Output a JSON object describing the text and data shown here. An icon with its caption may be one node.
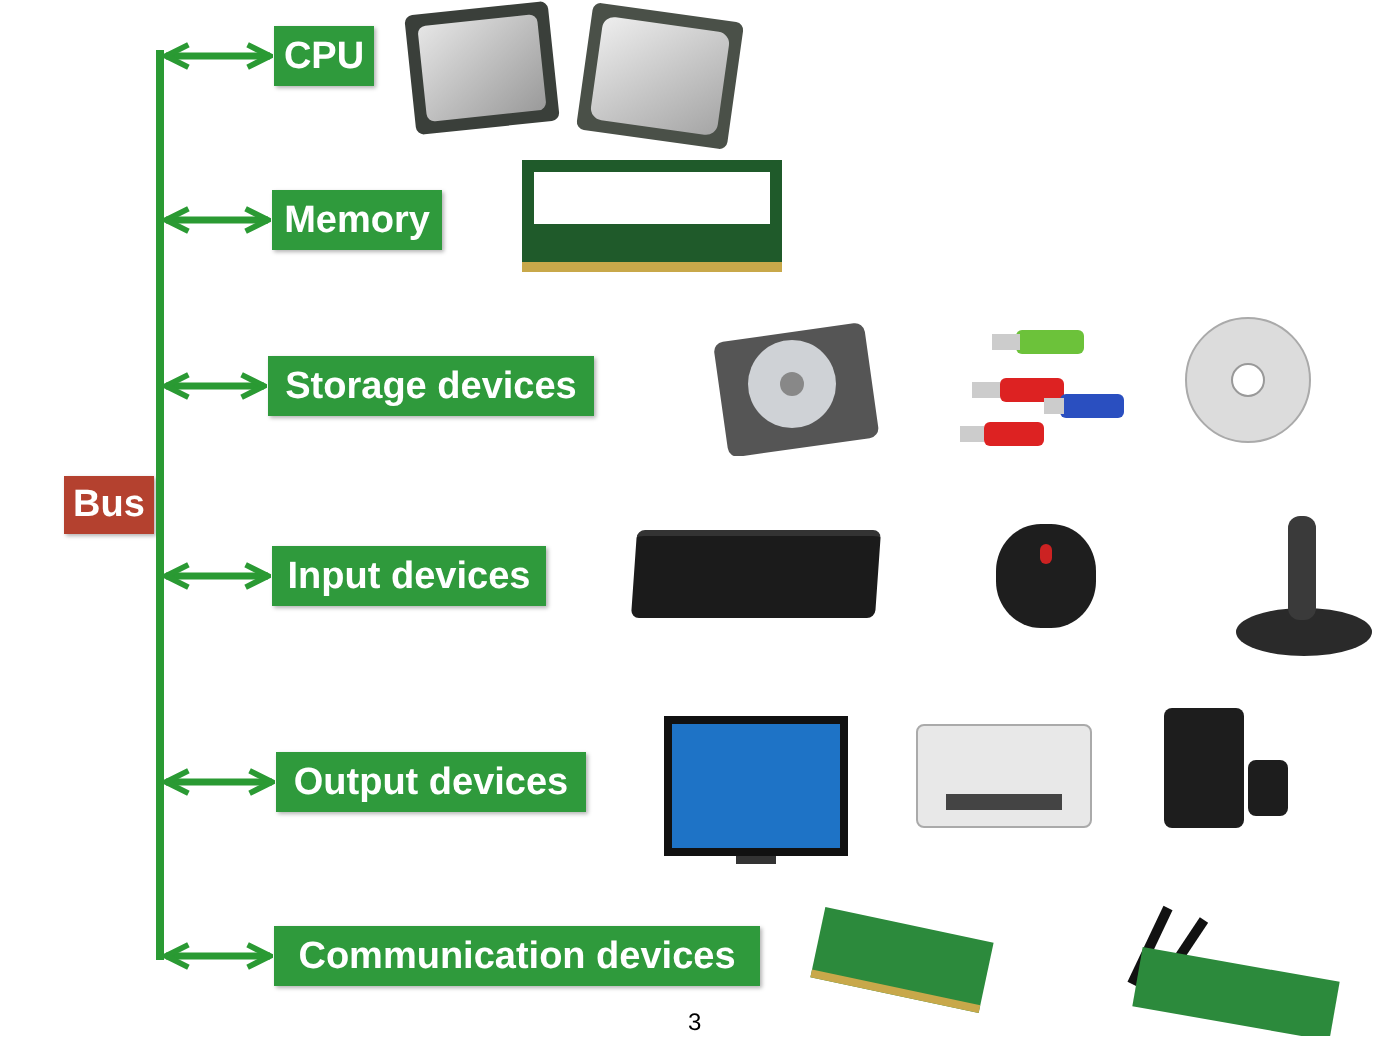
{
  "diagram": {
    "nodes": [
      {
        "text": [
          "Bus"
        ]
      },
      {
        "text": [],
        "shape": "bar"
      },
      {
        "text": [
          "CPU"
        ]
      },
      {
        "text": [
          "Memory"
        ]
      },
      {
        "text": [
          "Storage devices"
        ]
      },
      {
        "text": [
          "Input devices"
        ]
      },
      {
        "text": [
          "Output devices"
        ]
      },
      {
        "text": [
          "Communication devices"
        ]
      }
    ],
    "edges": [
      {
        "from": 1,
        "to": 2,
        "arrow": "both"
      },
      {
        "from": 1,
        "to": 3,
        "arrow": "both"
      },
      {
        "from": 1,
        "to": 4,
        "arrow": "both"
      },
      {
        "from": 1,
        "to": 5,
        "arrow": "both"
      },
      {
        "from": 1,
        "to": 6,
        "arrow": "both"
      },
      {
        "from": 1,
        "to": 7,
        "arrow": "both"
      }
    ],
    "labels": [
      "3"
    ]
  }
}
